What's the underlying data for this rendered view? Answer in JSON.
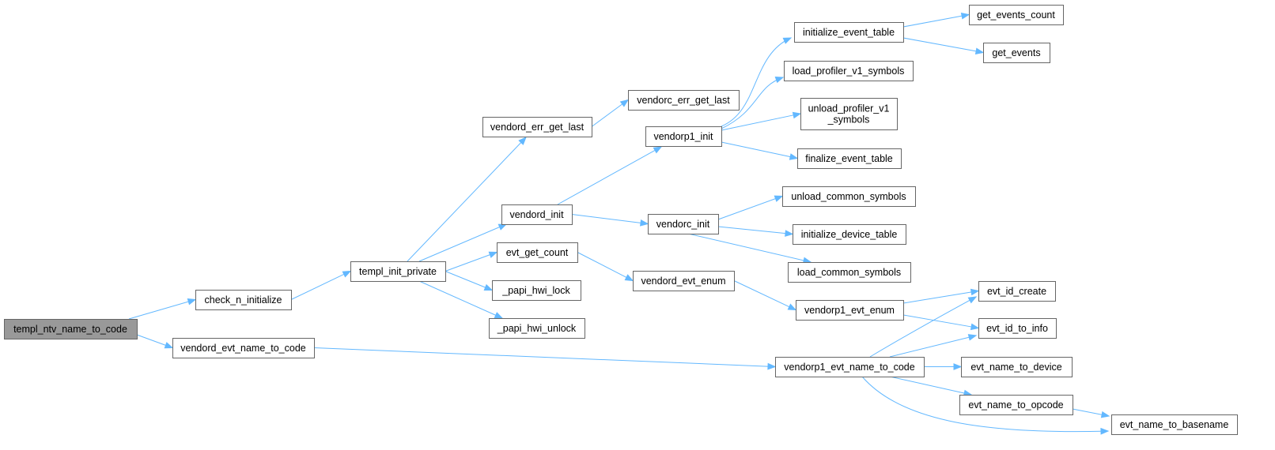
{
  "graph": {
    "nodes": [
      {
        "id": "templ_ntv_name_to_code",
        "label": "templ_ntv_name_to_code",
        "root": true
      },
      {
        "id": "check_n_initialize",
        "label": "check_n_initialize"
      },
      {
        "id": "vendord_evt_name_to_code",
        "label": "vendord_evt_name_to_code"
      },
      {
        "id": "templ_init_private",
        "label": "templ_init_private"
      },
      {
        "id": "vendord_err_get_last",
        "label": "vendord_err_get_last"
      },
      {
        "id": "vendord_init",
        "label": "vendord_init"
      },
      {
        "id": "evt_get_count",
        "label": "evt_get_count"
      },
      {
        "id": "_papi_hwi_lock",
        "label": "_papi_hwi_lock"
      },
      {
        "id": "_papi_hwi_unlock",
        "label": "_papi_hwi_unlock"
      },
      {
        "id": "vendorc_err_get_last",
        "label": "vendorc_err_get_last"
      },
      {
        "id": "vendorp1_init",
        "label": "vendorp1_init"
      },
      {
        "id": "vendorc_init",
        "label": "vendorc_init"
      },
      {
        "id": "vendord_evt_enum",
        "label": "vendord_evt_enum"
      },
      {
        "id": "vendorp1_evt_enum",
        "label": "vendorp1_evt_enum"
      },
      {
        "id": "vendorp1_evt_name_to_code",
        "label": "vendorp1_evt_name_to_code"
      },
      {
        "id": "initialize_event_table",
        "label": "initialize_event_table"
      },
      {
        "id": "load_profiler_v1_symbols",
        "label": "load_profiler_v1_symbols"
      },
      {
        "id": "unload_profiler_v1_symbols",
        "label": "unload_profiler_v1\n_symbols"
      },
      {
        "id": "finalize_event_table",
        "label": "finalize_event_table"
      },
      {
        "id": "unload_common_symbols",
        "label": "unload_common_symbols"
      },
      {
        "id": "initialize_device_table",
        "label": "initialize_device_table"
      },
      {
        "id": "load_common_symbols",
        "label": "load_common_symbols"
      },
      {
        "id": "get_events_count",
        "label": "get_events_count"
      },
      {
        "id": "get_events",
        "label": "get_events"
      },
      {
        "id": "evt_id_create",
        "label": "evt_id_create"
      },
      {
        "id": "evt_id_to_info",
        "label": "evt_id_to_info"
      },
      {
        "id": "evt_name_to_device",
        "label": "evt_name_to_device"
      },
      {
        "id": "evt_name_to_opcode",
        "label": "evt_name_to_opcode"
      },
      {
        "id": "evt_name_to_basename",
        "label": "evt_name_to_basename"
      }
    ],
    "edges": [
      [
        "templ_ntv_name_to_code",
        "check_n_initialize"
      ],
      [
        "templ_ntv_name_to_code",
        "vendord_evt_name_to_code"
      ],
      [
        "check_n_initialize",
        "templ_init_private"
      ],
      [
        "templ_init_private",
        "vendord_err_get_last"
      ],
      [
        "templ_init_private",
        "vendord_init"
      ],
      [
        "templ_init_private",
        "evt_get_count"
      ],
      [
        "templ_init_private",
        "_papi_hwi_lock"
      ],
      [
        "templ_init_private",
        "_papi_hwi_unlock"
      ],
      [
        "vendord_err_get_last",
        "vendorc_err_get_last"
      ],
      [
        "vendord_init",
        "vendorp1_init"
      ],
      [
        "vendord_init",
        "vendorc_init"
      ],
      [
        "vendorp1_init",
        "initialize_event_table"
      ],
      [
        "vendorp1_init",
        "load_profiler_v1_symbols"
      ],
      [
        "vendorp1_init",
        "unload_profiler_v1_symbols"
      ],
      [
        "vendorp1_init",
        "finalize_event_table"
      ],
      [
        "initialize_event_table",
        "get_events_count"
      ],
      [
        "initialize_event_table",
        "get_events"
      ],
      [
        "vendorc_init",
        "unload_common_symbols"
      ],
      [
        "vendorc_init",
        "initialize_device_table"
      ],
      [
        "vendorc_init",
        "load_common_symbols"
      ],
      [
        "evt_get_count",
        "vendord_evt_enum"
      ],
      [
        "vendord_evt_enum",
        "vendorp1_evt_enum"
      ],
      [
        "vendorp1_evt_enum",
        "evt_id_create"
      ],
      [
        "vendorp1_evt_enum",
        "evt_id_to_info"
      ],
      [
        "vendord_evt_name_to_code",
        "vendorp1_evt_name_to_code"
      ],
      [
        "vendorp1_evt_name_to_code",
        "evt_id_create"
      ],
      [
        "vendorp1_evt_name_to_code",
        "evt_id_to_info"
      ],
      [
        "vendorp1_evt_name_to_code",
        "evt_name_to_device"
      ],
      [
        "vendorp1_evt_name_to_code",
        "evt_name_to_opcode"
      ],
      [
        "vendorp1_evt_name_to_code",
        "evt_name_to_basename"
      ],
      [
        "evt_name_to_opcode",
        "evt_name_to_basename"
      ]
    ]
  },
  "colors": {
    "edge": "#63b8ff",
    "node_border": "#666666",
    "root_fill": "#999999",
    "node_fill": "#ffffff"
  }
}
